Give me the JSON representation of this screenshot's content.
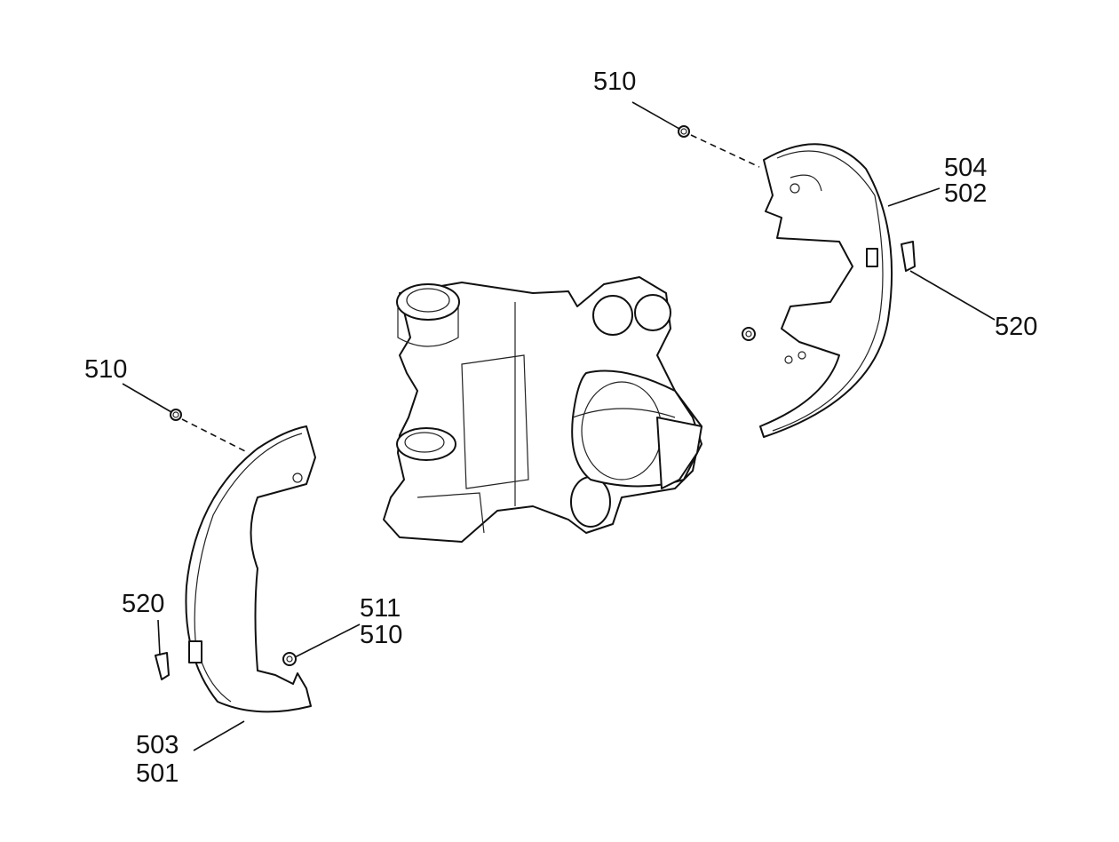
{
  "callouts": {
    "top_clip_bolt": "510",
    "right_shield_a": "504",
    "right_shield_b": "502",
    "right_clip": "520",
    "left_clip_bolt": "510",
    "left_clip": "520",
    "left_bolt_a": "511",
    "left_bolt_b": "510",
    "left_shield_a": "503",
    "left_shield_b": "501"
  }
}
